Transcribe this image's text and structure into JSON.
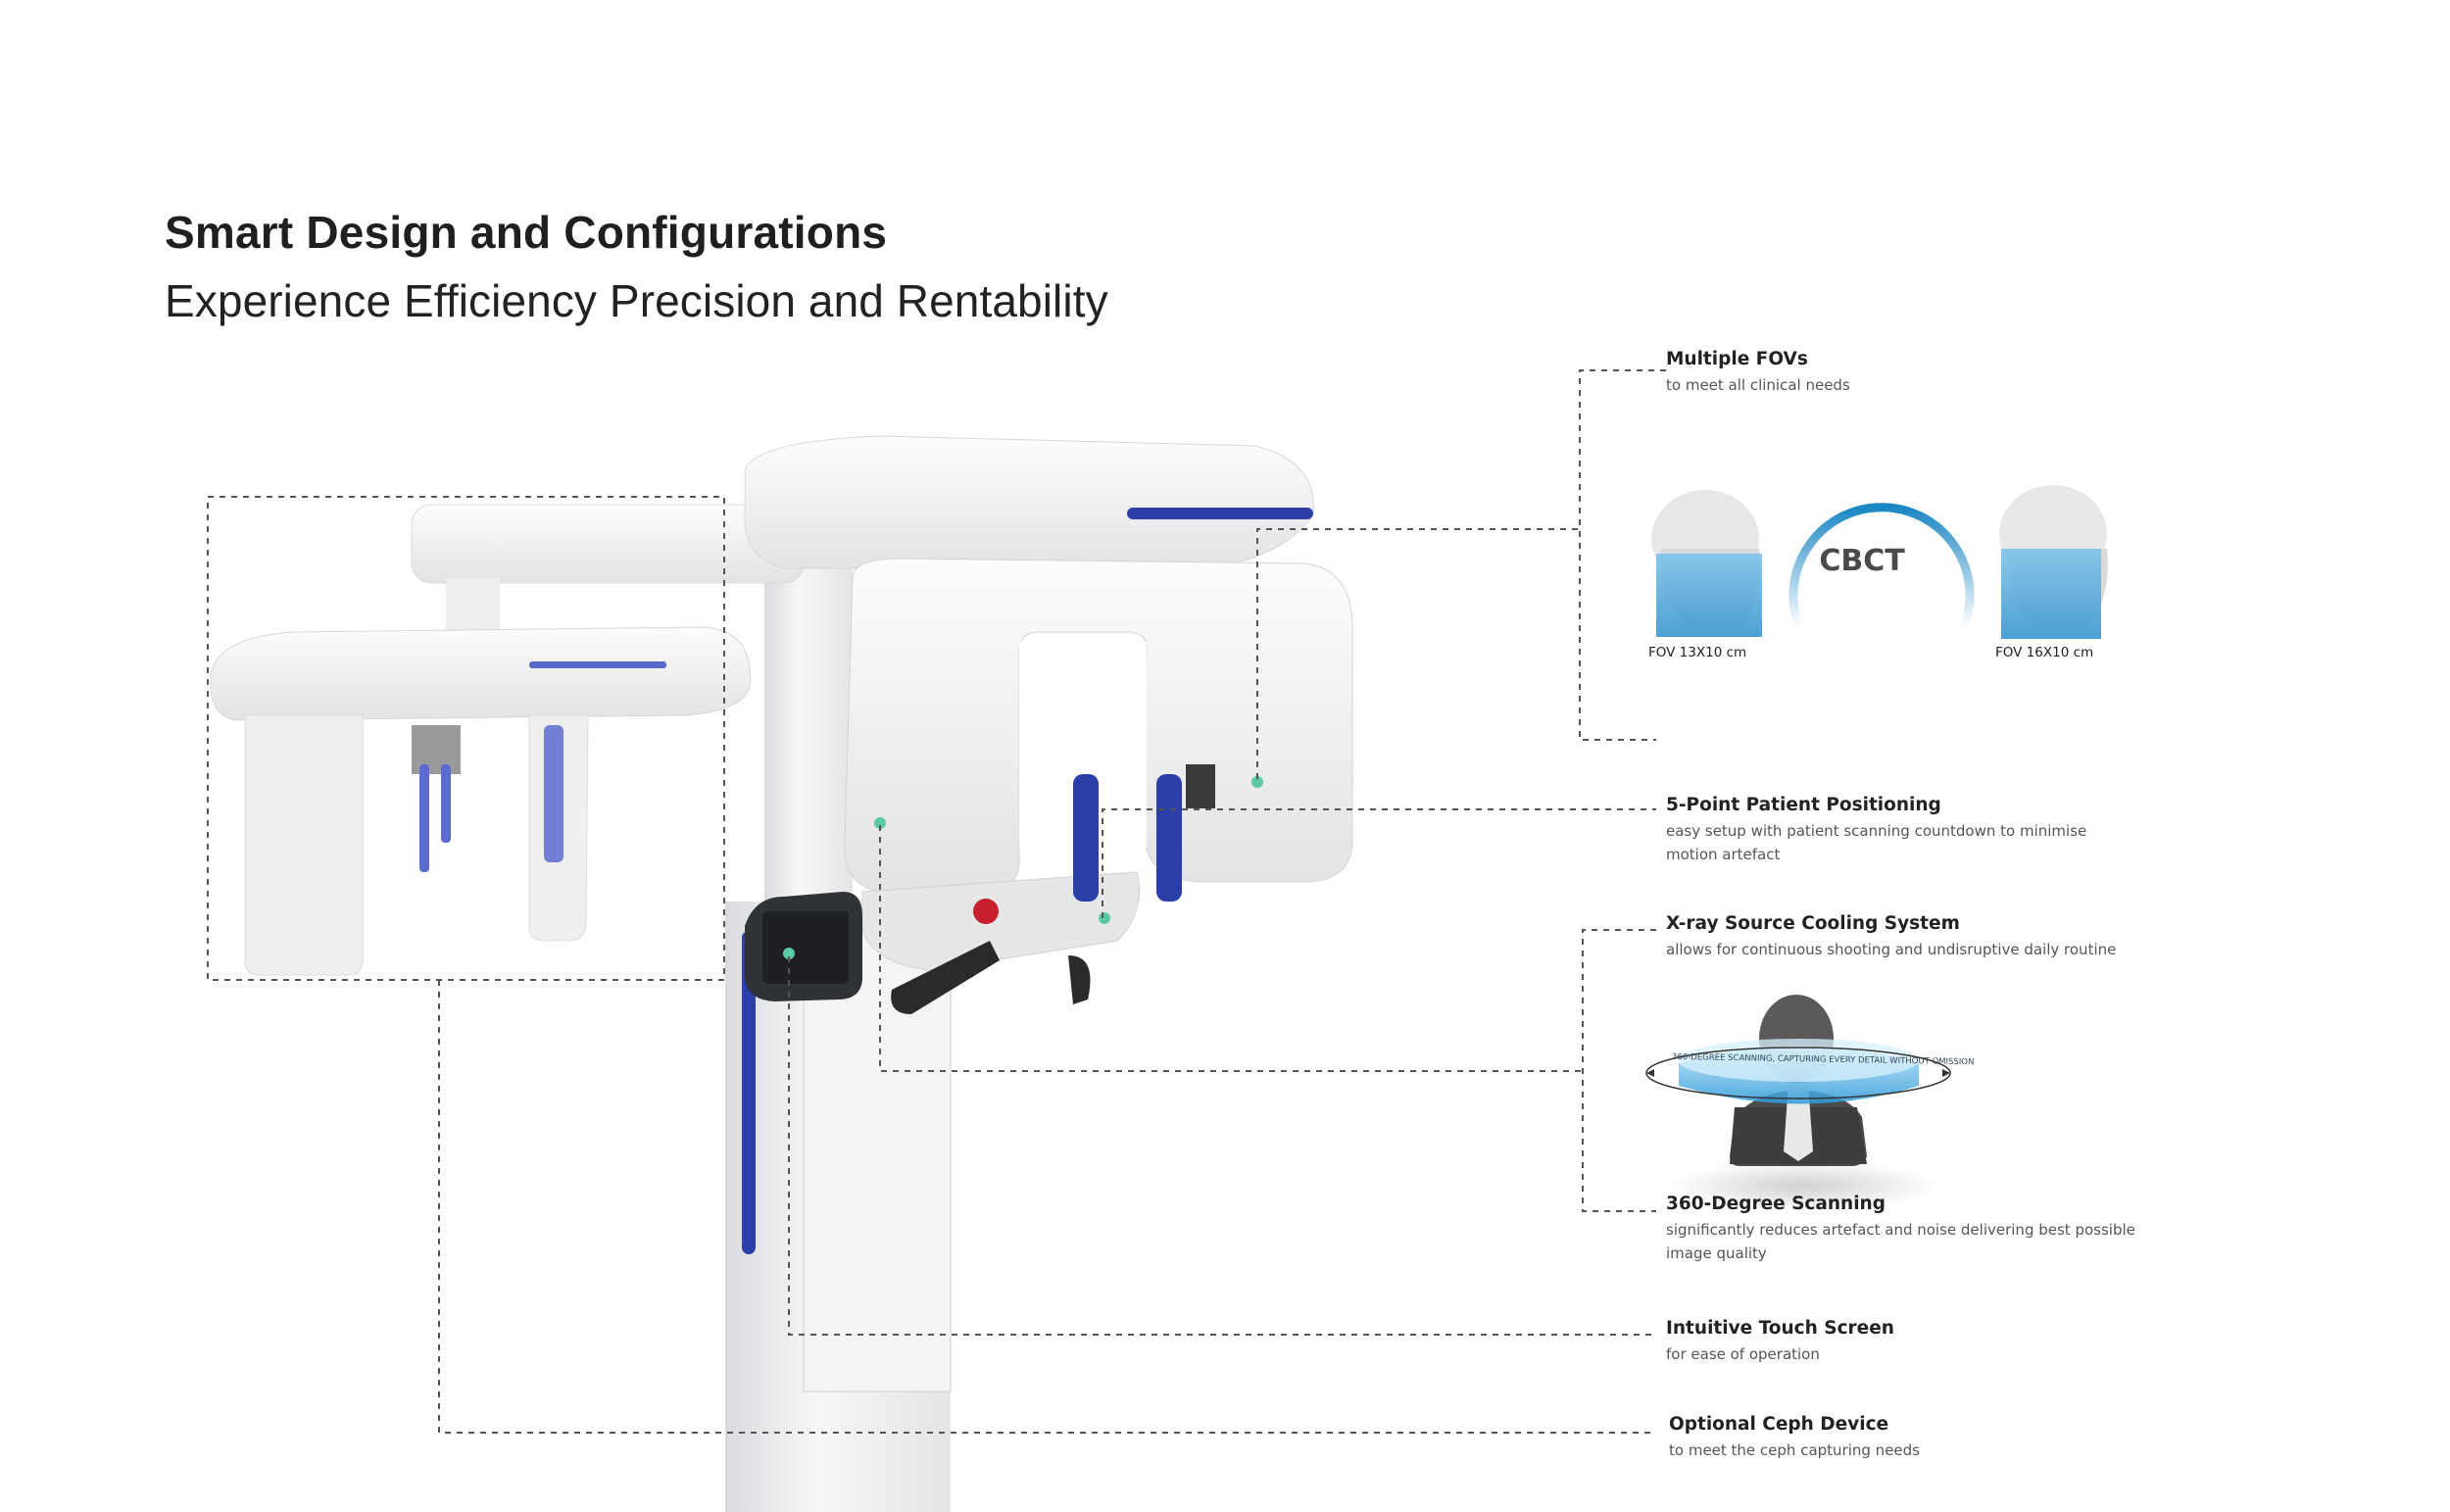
{
  "page": {
    "heading": "Smart Design and Configurations",
    "subheading": "Experience Efficiency Precision and Rentability"
  },
  "fov": {
    "cbct_label": "CBCT",
    "left_label": "FOV 13X10 cm",
    "right_label": "FOV 16X10 cm"
  },
  "scan_caption": "360-DEGREE SCANNING, CAPTURING EVERY DETAIL WITHOUT OMISSION",
  "features": [
    {
      "title": "Multiple FOVs",
      "desc": "to meet all clinical needs",
      "desc2": ""
    },
    {
      "title": "5-Point Patient Positioning",
      "desc": "easy setup with patient scanning countdown to minimise",
      "desc2": "motion artefact"
    },
    {
      "title": "X-ray Source Cooling System",
      "desc": "allows for continuous shooting and undisruptive daily routine",
      "desc2": ""
    },
    {
      "title": "360-Degree Scanning",
      "desc": "significantly reduces artefact and noise delivering best possible",
      "desc2": "image quality"
    },
    {
      "title": "Intuitive Touch Screen",
      "desc": "for ease of operation",
      "desc2": ""
    },
    {
      "title": "Optional Ceph Device",
      "desc": "to meet the ceph capturing needs",
      "desc2": ""
    }
  ],
  "colors": {
    "accent_blue": "#2b3fa8",
    "marker_teal": "#5cc9a7",
    "cbct_ring": "#1a86c2",
    "leader_line": "#555555"
  }
}
